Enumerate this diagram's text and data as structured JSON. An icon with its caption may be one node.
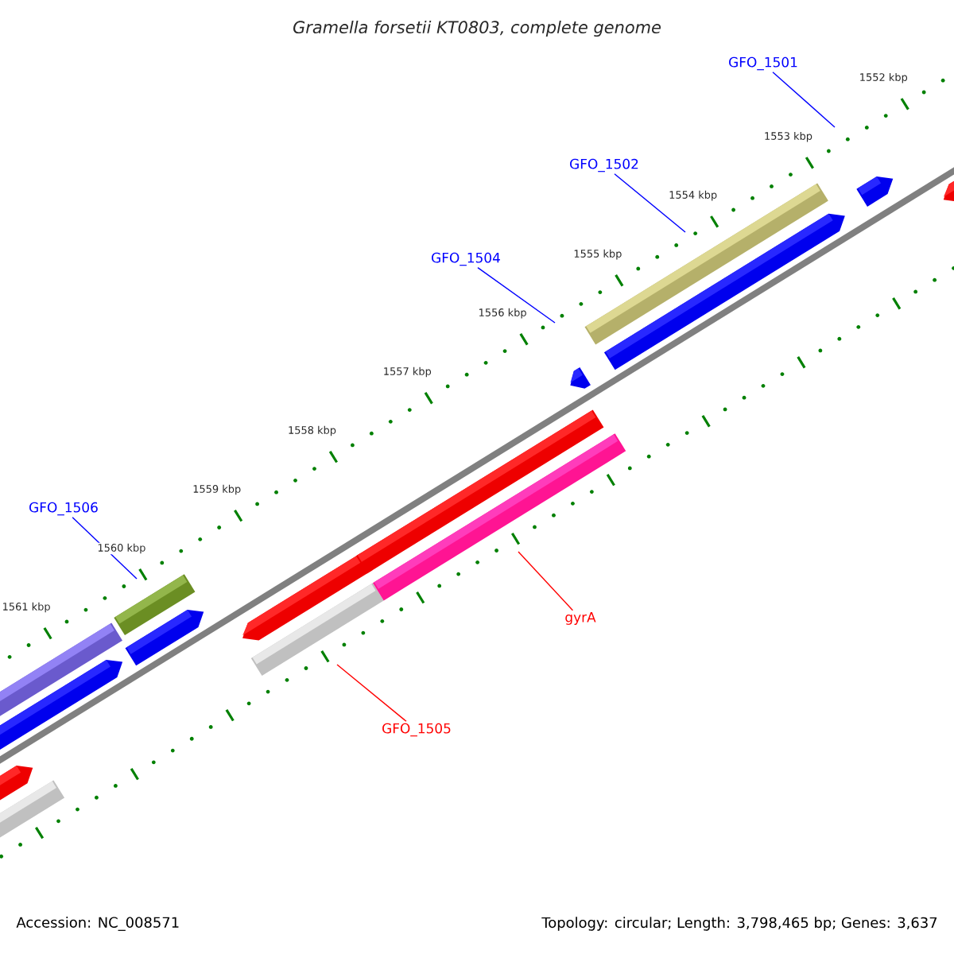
{
  "diagram": {
    "title": "Gramella forsetii KT0803, complete genome",
    "nodes": [
      {
        "text": [
          "GFO_1501"
        ]
      },
      {
        "text": [
          "GFO_1502"
        ]
      },
      {
        "text": [
          "GFO_1504"
        ]
      },
      {
        "text": [
          "GFO_1506"
        ]
      },
      {
        "text": [
          "gyrA"
        ]
      },
      {
        "text": [
          "GFO_1505"
        ]
      }
    ],
    "edges": [
      {
        "from": 0,
        "to": null,
        "arrow": "none"
      },
      {
        "from": 1,
        "to": null,
        "arrow": "none"
      },
      {
        "from": 2,
        "to": null,
        "arrow": "none"
      },
      {
        "from": 3,
        "to": null,
        "arrow": "none"
      },
      {
        "from": 4,
        "to": null,
        "arrow": "none",
        "color": "#ff0000"
      },
      {
        "from": 5,
        "to": null,
        "arrow": "none",
        "color": "#ff0000"
      }
    ],
    "labels": [
      "1552 kbp",
      "1553 kbp",
      "1554 kbp",
      "1555 kbp",
      "1556 kbp",
      "1557 kbp",
      "1558 kbp",
      "1559 kbp",
      "1560 kbp",
      "1561 kbp",
      "Accession: NC_008571",
      "Topology: circular; Length: 3,798,465 bp; Genes: 3,637"
    ]
  }
}
